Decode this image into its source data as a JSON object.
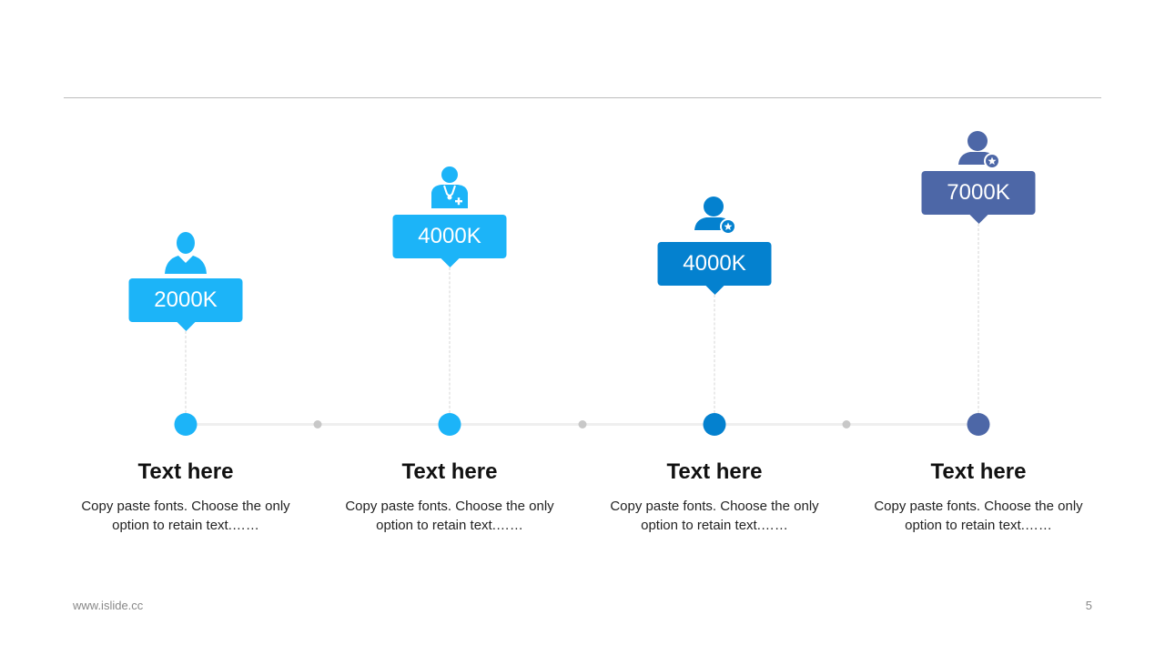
{
  "steps": [
    {
      "value": "2000K",
      "title": "Text here",
      "desc_line1": "Copy paste fonts. Choose the only",
      "desc_line2": "option to retain text.……",
      "color": "#1cb4f8",
      "icon": "person-icon"
    },
    {
      "value": "4000K",
      "title": "Text here",
      "desc_line1": "Copy paste fonts. Choose the only",
      "desc_line2": "option to retain text.……",
      "color": "#1cb4f8",
      "icon": "doctor-icon"
    },
    {
      "value": "4000K",
      "title": "Text here",
      "desc_line1": "Copy paste fonts. Choose the only",
      "desc_line2": "option to retain text.……",
      "color": "#0481cf",
      "icon": "user-star-icon"
    },
    {
      "value": "7000K",
      "title": "Text here",
      "desc_line1": "Copy paste fonts. Choose the only",
      "desc_line2": "option to retain text.……",
      "color": "#4d67a7",
      "icon": "user-star-icon"
    }
  ],
  "colors": {
    "track": "#efefef",
    "minor_dot": "#c8c8c8"
  },
  "footer": {
    "url": "www.islide.cc",
    "page_number": "5"
  }
}
